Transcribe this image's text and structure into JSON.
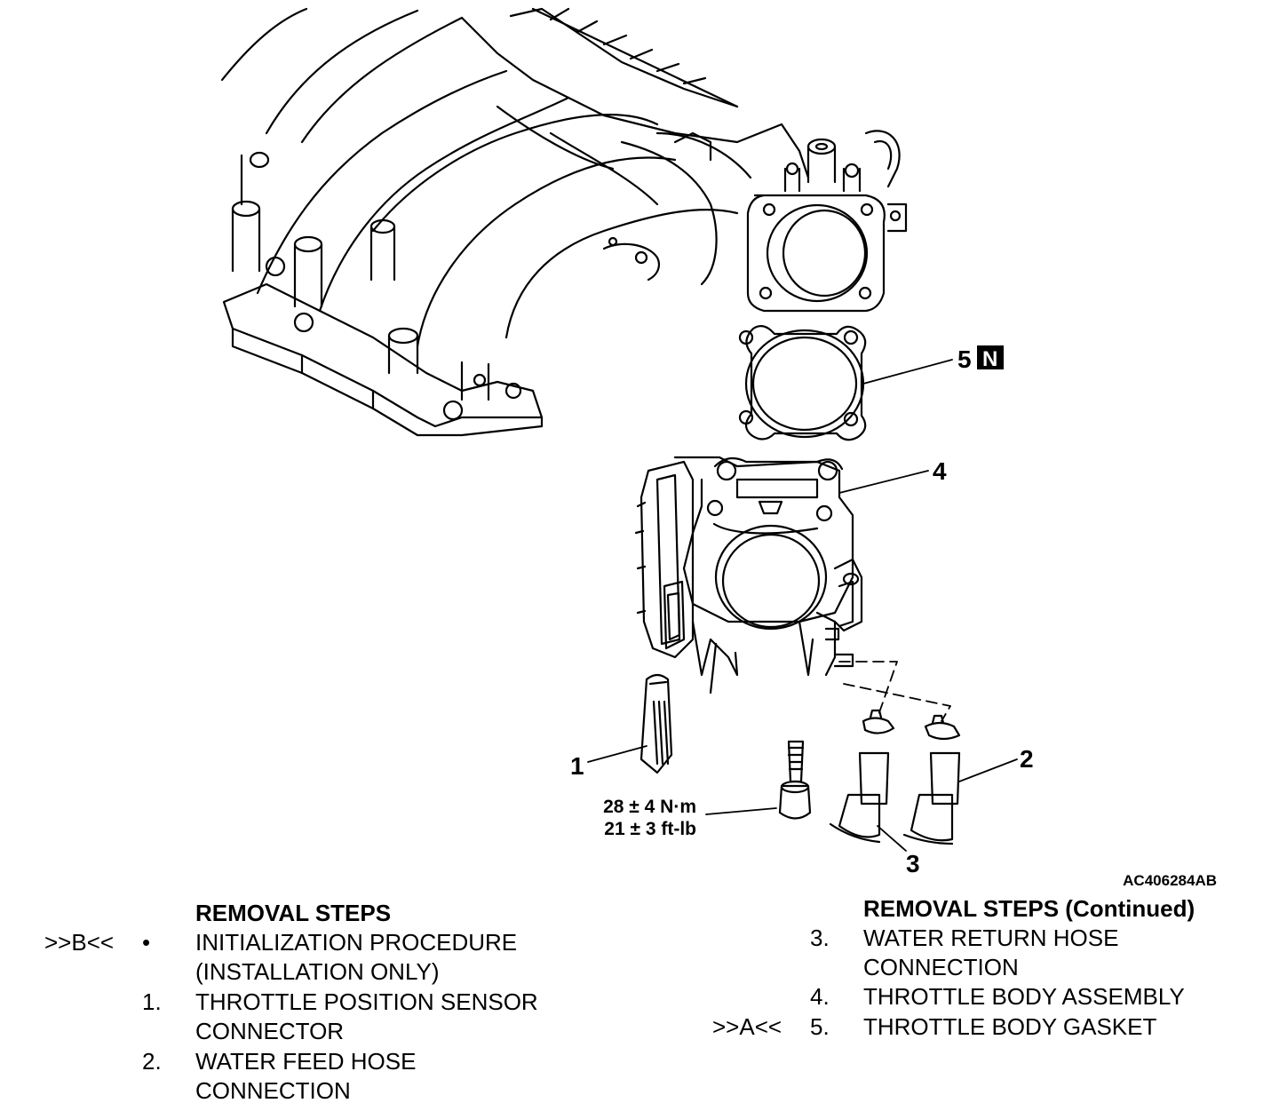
{
  "figure_code": "AC406284AB",
  "callouts": {
    "c1": "1",
    "c2": "2",
    "c3": "3",
    "c4": "4",
    "c5": "5",
    "c5_badge": "N"
  },
  "torque": {
    "metric": "28 ± 4 N·m",
    "imperial": "21 ± 3 ft-lb"
  },
  "left_steps": {
    "heading": "REMOVAL STEPS",
    "items": [
      {
        "ref": ">>B<<",
        "num": "•",
        "line1": "INITIALIZATION PROCEDURE",
        "line2": "(INSTALLATION ONLY)"
      },
      {
        "ref": "",
        "num": "1.",
        "line1": "THROTTLE POSITION SENSOR",
        "line2": "CONNECTOR"
      },
      {
        "ref": "",
        "num": "2.",
        "line1": "WATER FEED HOSE",
        "line2": "CONNECTION"
      }
    ]
  },
  "right_steps": {
    "heading": "REMOVAL STEPS (Continued)",
    "items": [
      {
        "ref": "",
        "num": "3.",
        "line1": "WATER RETURN HOSE",
        "line2": "CONNECTION"
      },
      {
        "ref": "",
        "num": "4.",
        "line1": "THROTTLE BODY ASSEMBLY",
        "line2": ""
      },
      {
        "ref": ">>A<<",
        "num": "5.",
        "line1": "THROTTLE BODY GASKET",
        "line2": ""
      }
    ]
  }
}
